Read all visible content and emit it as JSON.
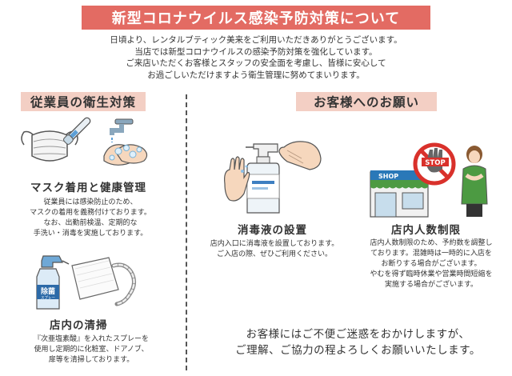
{
  "title": "新型コロナウイルス感染予防対策について",
  "intro": [
    "日頃より、レンタルブティック美来をご利用いただきありがとうございます。",
    "当店では新型コロナウイルスの感染予防対策を強化しています。",
    "ご来店いただくお客様とスタッフの安全面を考慮し、皆様に安心して",
    "お過ごしいただけますよう衛生管理に努めてまいります。"
  ],
  "staff_section": {
    "header": "従業員の衛生対策",
    "mask": {
      "title": "マスク着用と健康管理",
      "lines": [
        "従業員には感染防止のため、",
        "マスクの着用を義務付けております。",
        "なお、出勤前検温、定期的な",
        "手洗い・消毒を実施しております。"
      ]
    },
    "cleaning": {
      "title": "店内の清掃",
      "spray_label": "除菌",
      "spray_sublabel": "スプレー",
      "lines": [
        "『次亜塩素酸』を入れたスプレーを",
        "使用し定期的に化粧室、ドアノブ、",
        "扉等を清掃しております。"
      ]
    }
  },
  "customer_section": {
    "header": "お客様へのお願い",
    "sanitizer": {
      "title": "消毒液の設置",
      "lines": [
        "店内入口に消毒液を設置しております。",
        "ご入店の際、ぜひご利用ください。"
      ]
    },
    "limit": {
      "title": "店内人数制限",
      "shop_sign": "SHOP",
      "stop_sign": "STOP",
      "lines": [
        "店内人数制限のため、予約数を調整し",
        "ております。混雑時は一時的に入店を",
        "お断りする場合がございます。",
        "やむを得ず臨時休業や営業時間短縮を",
        "実施する場合がございます。"
      ]
    }
  },
  "closing": [
    "お客様にはご不便ご迷惑をおかけしますが、",
    "ご理解、ご協力の程よろしくお願いいたします。"
  ],
  "colors": {
    "title_bg": "#e36b63",
    "section_bg": "#f3cfc4",
    "stop_red": "#d9312b",
    "shop_green": "#4c9a42"
  }
}
